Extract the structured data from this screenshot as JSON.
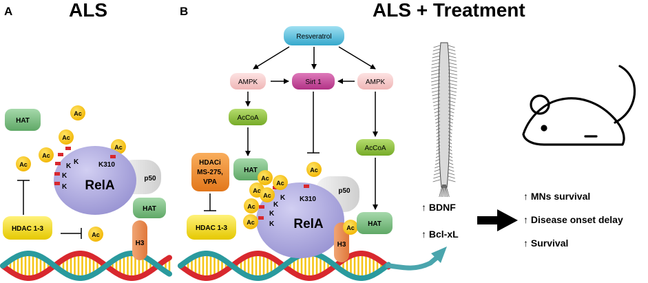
{
  "panels": {
    "a": {
      "letter": "A",
      "title": "ALS"
    },
    "b": {
      "letter": "B",
      "title": "ALS + Treatment"
    }
  },
  "labels": {
    "ac": "Ac",
    "hat": "HAT",
    "hdac": "HDAC 1-3",
    "rela": "RelA",
    "p50": "p50",
    "h3": "H3",
    "k": "K",
    "k310": "K310",
    "resveratrol": "Resveratrol",
    "ampk": "AMPK",
    "sirt1": "Sirt 1",
    "accoa": "AcCoA",
    "hdaci_1": "HDACi",
    "hdaci_2": "MS-275,",
    "hdaci_3": "VPA",
    "bdnf": "↑ BDNF",
    "bclxl": "↑ Bcl-xL"
  },
  "outcomes": [
    "↑ MNs survival",
    "↑ Disease onset delay",
    "↑ Survival"
  ],
  "colors": {
    "hat": "#7fbf86",
    "hdac": "#f4e02a",
    "ac": "#f6c414",
    "rela": "#b2aee0",
    "ampk": "#f7cfcf",
    "sirt1": "#c8479b",
    "accoa": "#8cc03c",
    "resveratrol": "#5bc3e0",
    "hdaci": "#f08c28",
    "arrow_teal": "#4aa5ad",
    "dna_red": "#d8282e",
    "dna_teal": "#2a9a9e",
    "dna_rungs": "#f5c518"
  }
}
